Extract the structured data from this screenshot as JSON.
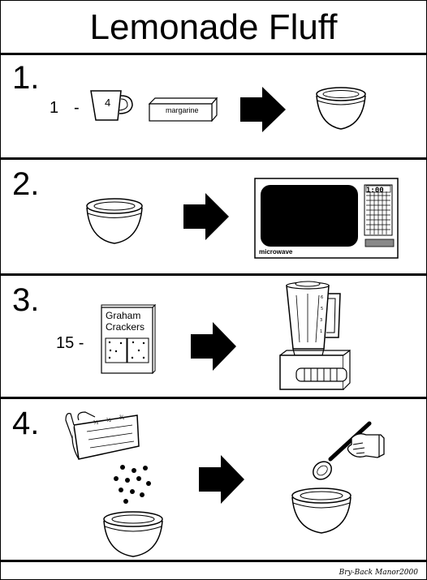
{
  "title": "Lemonade Fluff",
  "steps": [
    {
      "number": "1.",
      "quantity": "1",
      "dash": "-",
      "cup_amount": "4",
      "item_label": "margarine",
      "icons": [
        "measuring-cup-icon",
        "margarine-box-icon",
        "arrow-right-icon",
        "mixing-bowl-icon"
      ]
    },
    {
      "number": "2.",
      "appliance_label": "microwave",
      "display_text": "1:00",
      "icons": [
        "mixing-bowl-icon",
        "arrow-right-icon",
        "microwave-icon"
      ]
    },
    {
      "number": "3.",
      "quantity": "15 -",
      "box_label_line1": "Graham",
      "box_label_line2": "Crackers",
      "icons": [
        "graham-cracker-box-icon",
        "arrow-right-icon",
        "blender-icon"
      ]
    },
    {
      "number": "4.",
      "cup_marks": [
        "¼",
        "½",
        "¾"
      ],
      "icons": [
        "pouring-cup-icon",
        "falling-crumbs-icon",
        "mixing-bowl-icon",
        "arrow-right-icon",
        "hand-spoon-icon",
        "mixing-bowl-icon"
      ]
    }
  ],
  "footer": "Bry-Back Manor2000"
}
